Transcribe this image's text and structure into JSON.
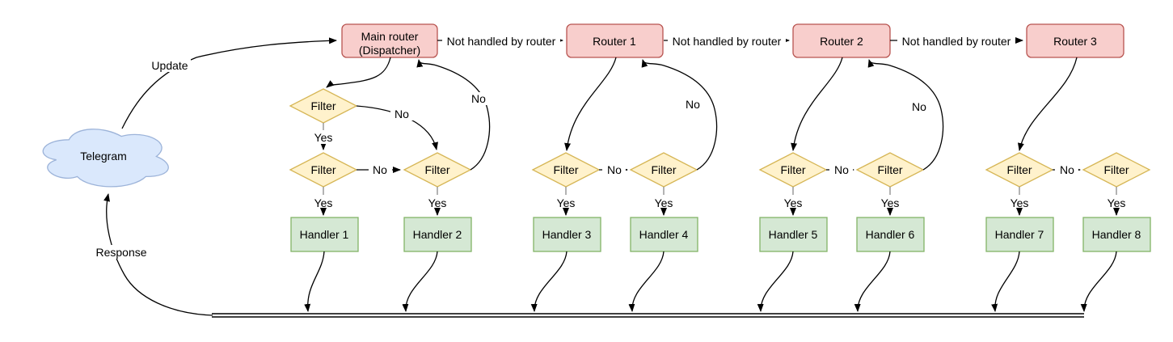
{
  "diagram": {
    "cloud": {
      "label": "Telegram"
    },
    "dispatcher": {
      "line1": "Main router",
      "line2": "(Dispatcher)"
    },
    "routers": [
      {
        "label": "Router 1"
      },
      {
        "label": "Router 2"
      },
      {
        "label": "Router 3"
      }
    ],
    "handlers": [
      {
        "label": "Handler 1"
      },
      {
        "label": "Handler 2"
      },
      {
        "label": "Handler 3"
      },
      {
        "label": "Handler 4"
      },
      {
        "label": "Handler 5"
      },
      {
        "label": "Handler 6"
      },
      {
        "label": "Handler 7"
      },
      {
        "label": "Handler 8"
      }
    ],
    "labels": {
      "filter": "Filter",
      "yes": "Yes",
      "no": "No",
      "update": "Update",
      "response": "Response",
      "not_handled": "Not handled by router"
    },
    "colors": {
      "router_fill": "#f8cecc",
      "router_stroke": "#b85450",
      "filter_fill": "#fff2cc",
      "filter_stroke": "#d6b656",
      "handler_fill": "#d5e8d4",
      "handler_stroke": "#82b366",
      "cloud_fill": "#dae8fc",
      "cloud_stroke": "#9cb3d9",
      "edge_stroke": "#000000",
      "stub_stroke": "#8a8a8a"
    }
  }
}
